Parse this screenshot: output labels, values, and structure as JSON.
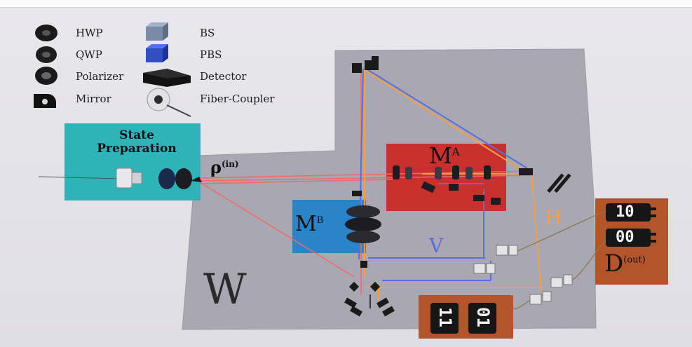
{
  "legend": {
    "items": [
      {
        "label": "HWP",
        "icon": "hwp-icon"
      },
      {
        "label": "QWP",
        "icon": "qwp-icon"
      },
      {
        "label": "Polarizer",
        "icon": "polarizer-icon"
      },
      {
        "label": "Mirror",
        "icon": "mirror-icon"
      },
      {
        "label": "BS",
        "icon": "beam-splitter-icon"
      },
      {
        "label": "PBS",
        "icon": "polarizing-beam-splitter-icon"
      },
      {
        "label": "Detector",
        "icon": "detector-icon"
      },
      {
        "label": "Fiber-Coupler",
        "icon": "fiber-coupler-icon"
      }
    ]
  },
  "state_preparation": {
    "title_line1": "State",
    "title_line2": "Preparation"
  },
  "rho_in": {
    "base": "ρ",
    "sup": "(in)"
  },
  "m_a": {
    "base": "M",
    "sup": "A"
  },
  "m_b": {
    "base": "M",
    "sup": "B"
  },
  "w_label": "W",
  "h_label": "H",
  "v_label": "V",
  "d_out": {
    "base": "D",
    "sup": "(out)"
  },
  "detector_readouts": {
    "out_top": "10",
    "out_bottom": "00",
    "bottom_left": "11",
    "bottom_right": "01"
  },
  "colors": {
    "stage_grey": "#a9a7b1",
    "state_prep": "#2fb3b8",
    "m_a": "#c8302e",
    "m_b": "#2b84c8",
    "detector_box": "#b4542a",
    "h_beam": "#f0a04a",
    "v_beam": "#5b6fd8",
    "input_beam": "#f06a6a"
  }
}
